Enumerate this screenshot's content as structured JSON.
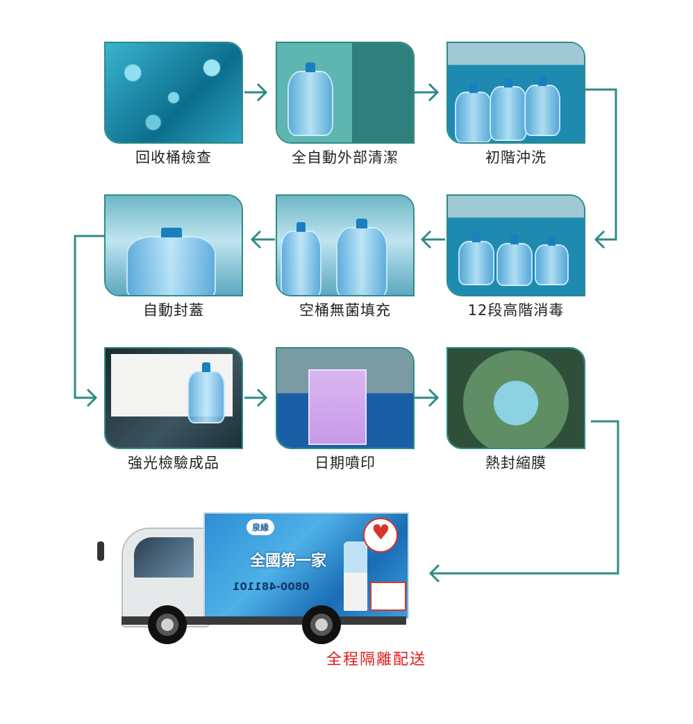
{
  "colors": {
    "accent": "#2e8b85",
    "caption_red": "#e21b1b"
  },
  "steps": [
    {
      "label": "回收桶檢查"
    },
    {
      "label": "全自動外部清潔"
    },
    {
      "label": "初階沖洗"
    },
    {
      "label": "自動封蓋"
    },
    {
      "label": "空桶無菌填充"
    },
    {
      "label": "12段高階消毒"
    },
    {
      "label": "強光檢驗成品"
    },
    {
      "label": "日期噴印"
    },
    {
      "label": "熱封縮膜"
    }
  ],
  "truck": {
    "brand": "泉緣",
    "slogan": "全國第一家",
    "phone": "0800-481101"
  },
  "delivery_caption": "全程隔離配送"
}
